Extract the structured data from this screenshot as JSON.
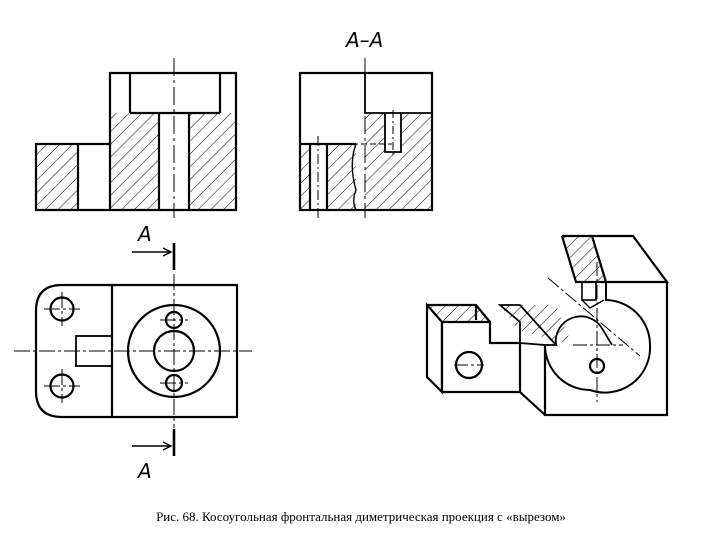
{
  "section_title": "А–А",
  "cut_label_top": "А",
  "cut_label_bottom": "А",
  "caption": "Рис. 68. Косоугольная фронтальная диметрическая проекция с «вырезом»"
}
